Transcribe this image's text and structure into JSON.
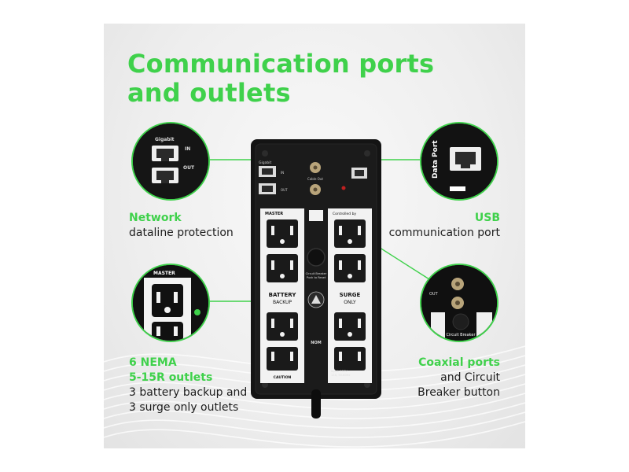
{
  "headline": {
    "line1": "Communication ports",
    "line2": "and outlets"
  },
  "callouts": {
    "network": {
      "title": "Network",
      "text": "dataline protection"
    },
    "usb": {
      "title": "USB",
      "text": "communication port"
    },
    "nema": {
      "title_line1": "6 NEMA",
      "title_line2": "5-15R outlets",
      "text_line1": "3 battery backup and",
      "text_line2": "3 surge only outlets"
    },
    "coaxial": {
      "title": "Coaxial ports",
      "text_line1": "and Circuit",
      "text_line2": "Breaker button"
    }
  },
  "device_labels": {
    "gigabit": "Gigabit",
    "in": "IN",
    "out": "OUT",
    "data_port": "Data Port",
    "master": "MASTER",
    "controlled_by": "Controlled by",
    "battery": "BATTERY",
    "backup": "BACKUP",
    "surge": "SURGE",
    "only": "ONLY",
    "circuit_breaker": "Circuit Breaker",
    "push_to_reset": "Push to Reset",
    "cable_out": "Cable Out",
    "caution": "CAUTION",
    "input_line1": "Input: 120V~",
    "input_line2": "12A, 50-60Hz",
    "nom": "NOM"
  },
  "colors": {
    "accent": "#3fd14b",
    "device": "#141414",
    "outlet": "#f2f2f2"
  }
}
